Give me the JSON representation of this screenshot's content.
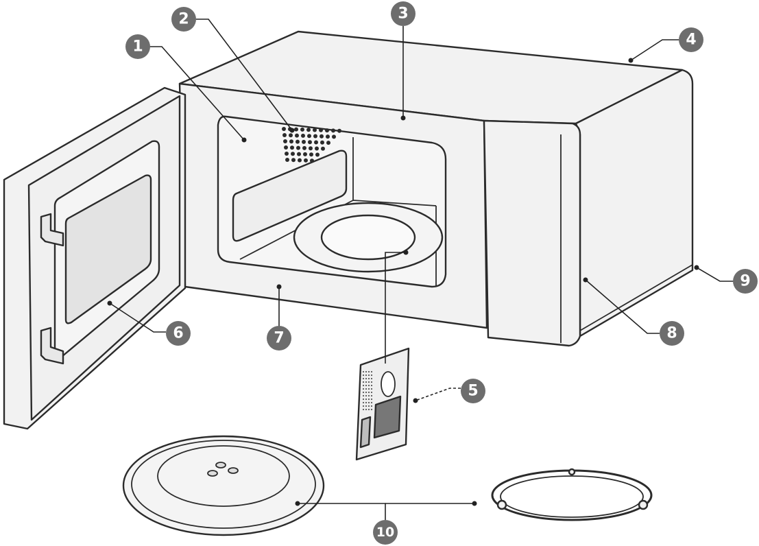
{
  "diagram": {
    "callouts": [
      {
        "id": "1",
        "label": "1"
      },
      {
        "id": "2",
        "label": "2"
      },
      {
        "id": "3",
        "label": "3"
      },
      {
        "id": "4",
        "label": "4"
      },
      {
        "id": "5",
        "label": "5"
      },
      {
        "id": "6",
        "label": "6"
      },
      {
        "id": "7",
        "label": "7"
      },
      {
        "id": "8",
        "label": "8"
      },
      {
        "id": "9",
        "label": "9"
      },
      {
        "id": "10",
        "label": "10"
      }
    ],
    "colors": {
      "outline": "#2b2b2b",
      "panel_fill": "#f2f2f2",
      "callout_fill": "#6d6d6d",
      "callout_text": "#ffffff"
    }
  }
}
